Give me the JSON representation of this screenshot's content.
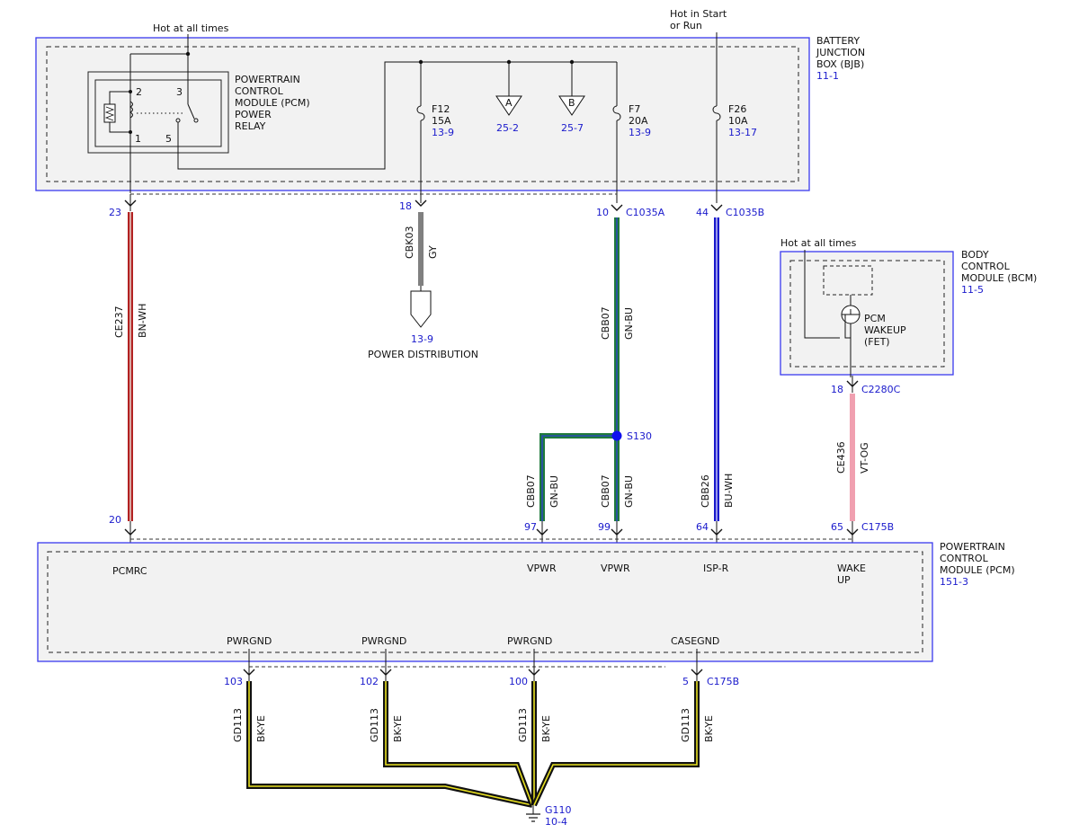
{
  "colors": {
    "box_border": "#3a3aee",
    "box_fill": "#f2f2f2",
    "ref_text": "#1a1acc",
    "wire_BN_WH_main": "#b22222",
    "wire_BN_WH_stripe": "#e8e0d8",
    "wire_GY": "#808080",
    "wire_GN_BU_main": "#1f7a3a",
    "wire_GN_BU_stripe": "#2a4ab8",
    "wire_BU_WH_main": "#1a1acc",
    "wire_BU_WH_stripe": "#e8e8ff",
    "wire_VT_OG": "#f0a0b0",
    "wire_BK_YE_main": "#111111",
    "wire_BK_YE_stripe": "#e8e020",
    "splice_dot": "#1010ee"
  },
  "labels": {
    "hot_all_times_top": "Hot at all times",
    "hot_start_run_1": "Hot in Start",
    "hot_start_run_2": "or Run",
    "hot_all_times_bcm": "Hot at all times"
  },
  "bjb": {
    "name_lines": [
      "BATTERY",
      "JUNCTION",
      "BOX (BJB)"
    ],
    "ref": "11-1",
    "relay": {
      "name_lines": [
        "POWERTRAIN",
        "CONTROL",
        "MODULE (PCM)",
        "POWER",
        "RELAY"
      ],
      "pins": [
        "2",
        "3",
        "1",
        "5"
      ]
    },
    "fuses": [
      {
        "name": "F12",
        "rating": "15A",
        "ref": "13-9"
      },
      {
        "name": "F7",
        "rating": "20A",
        "ref": "13-9"
      },
      {
        "name": "F26",
        "rating": "10A",
        "ref": "13-17"
      }
    ],
    "offpage": [
      {
        "letter": "A",
        "ref": "25-2"
      },
      {
        "letter": "B",
        "ref": "25-7"
      }
    ]
  },
  "bcm": {
    "name_lines": [
      "BODY",
      "CONTROL",
      "MODULE (BCM)"
    ],
    "ref": "11-5",
    "fet_lines": [
      "PCM",
      "WAKEUP",
      "(FET)"
    ],
    "pin": "18",
    "connector": "C2280C"
  },
  "pcm": {
    "name_lines": [
      "POWERTRAIN",
      "CONTROL",
      "MODULE (PCM)"
    ],
    "ref": "151-3",
    "signals": {
      "pcmrc": "PCMRC",
      "vpwr1": "VPWR",
      "vpwr2": "VPWR",
      "ispr": "ISP-R",
      "wake_lines": [
        "WAKE",
        "UP"
      ]
    },
    "grounds": [
      "PWRGND",
      "PWRGND",
      "PWRGND",
      "CASEGND"
    ]
  },
  "wires": {
    "ce237": {
      "circuit": "CE237",
      "color": "BN-WH",
      "pin_top": "23",
      "pin_bottom": "20"
    },
    "cbk03": {
      "circuit": "CBK03",
      "color": "GY",
      "pin_top": "18"
    },
    "cbb07_main": {
      "circuit": "CBB07",
      "color": "GN-BU",
      "pin_top": "10",
      "connector_top": "C1035A"
    },
    "cbb07_left": {
      "circuit": "CBB07",
      "color": "GN-BU",
      "pin_bottom": "97"
    },
    "cbb07_right": {
      "circuit": "CBB07",
      "color": "GN-BU",
      "pin_bottom": "99"
    },
    "cbb26": {
      "circuit": "CBB26",
      "color": "BU-WH",
      "pin_top": "44",
      "connector_top": "C1035B",
      "pin_bottom": "64"
    },
    "ce436": {
      "circuit": "CE436",
      "color": "VT-OG",
      "pin_bottom": "65",
      "connector_bottom": "C175B"
    },
    "gd113": [
      {
        "circuit": "GD113",
        "color": "BK-YE",
        "pin": "103"
      },
      {
        "circuit": "GD113",
        "color": "BK-YE",
        "pin": "102"
      },
      {
        "circuit": "GD113",
        "color": "BK-YE",
        "pin": "100"
      },
      {
        "circuit": "GD113",
        "color": "BK-YE",
        "pin": "5",
        "connector": "C175B"
      }
    ]
  },
  "splice": {
    "name": "S130"
  },
  "power_distribution": {
    "ref": "13-9",
    "label": "POWER DISTRIBUTION"
  },
  "ground": {
    "name": "G110",
    "ref": "10-4"
  }
}
